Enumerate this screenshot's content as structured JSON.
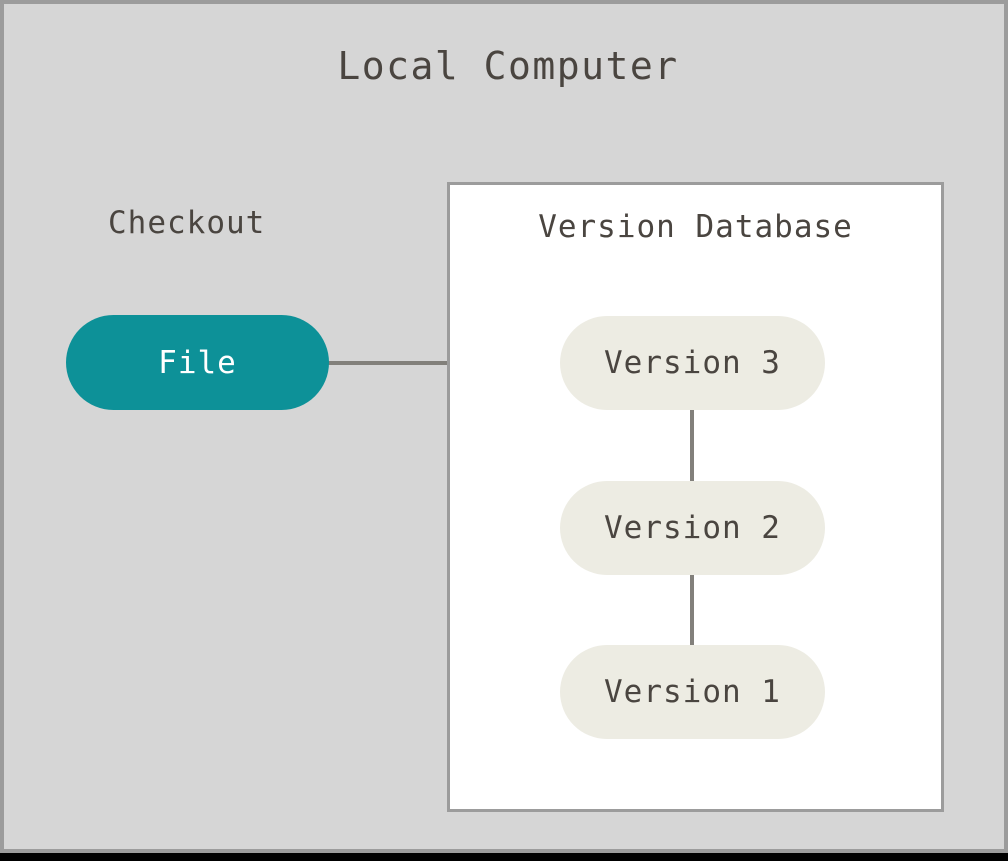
{
  "diagram": {
    "title": "Local Computer",
    "checkout_label": "Checkout",
    "panel_title": "Version Database",
    "file_node": {
      "label": "File",
      "color": "#0d9198",
      "text_color": "#ffffff"
    },
    "versions": [
      {
        "label": "Version 3"
      },
      {
        "label": "Version 2"
      },
      {
        "label": "Version 1"
      }
    ],
    "colors": {
      "canvas_background": "#d6d6d6",
      "frame_border": "#9c9c9c",
      "panel_background": "#ffffff",
      "panel_border": "#9c9c9c",
      "node_fill": "#edece3",
      "node_text": "#4a4540",
      "accent_teal": "#0d9198",
      "connector": "#82807b",
      "text": "#4a4540"
    }
  }
}
